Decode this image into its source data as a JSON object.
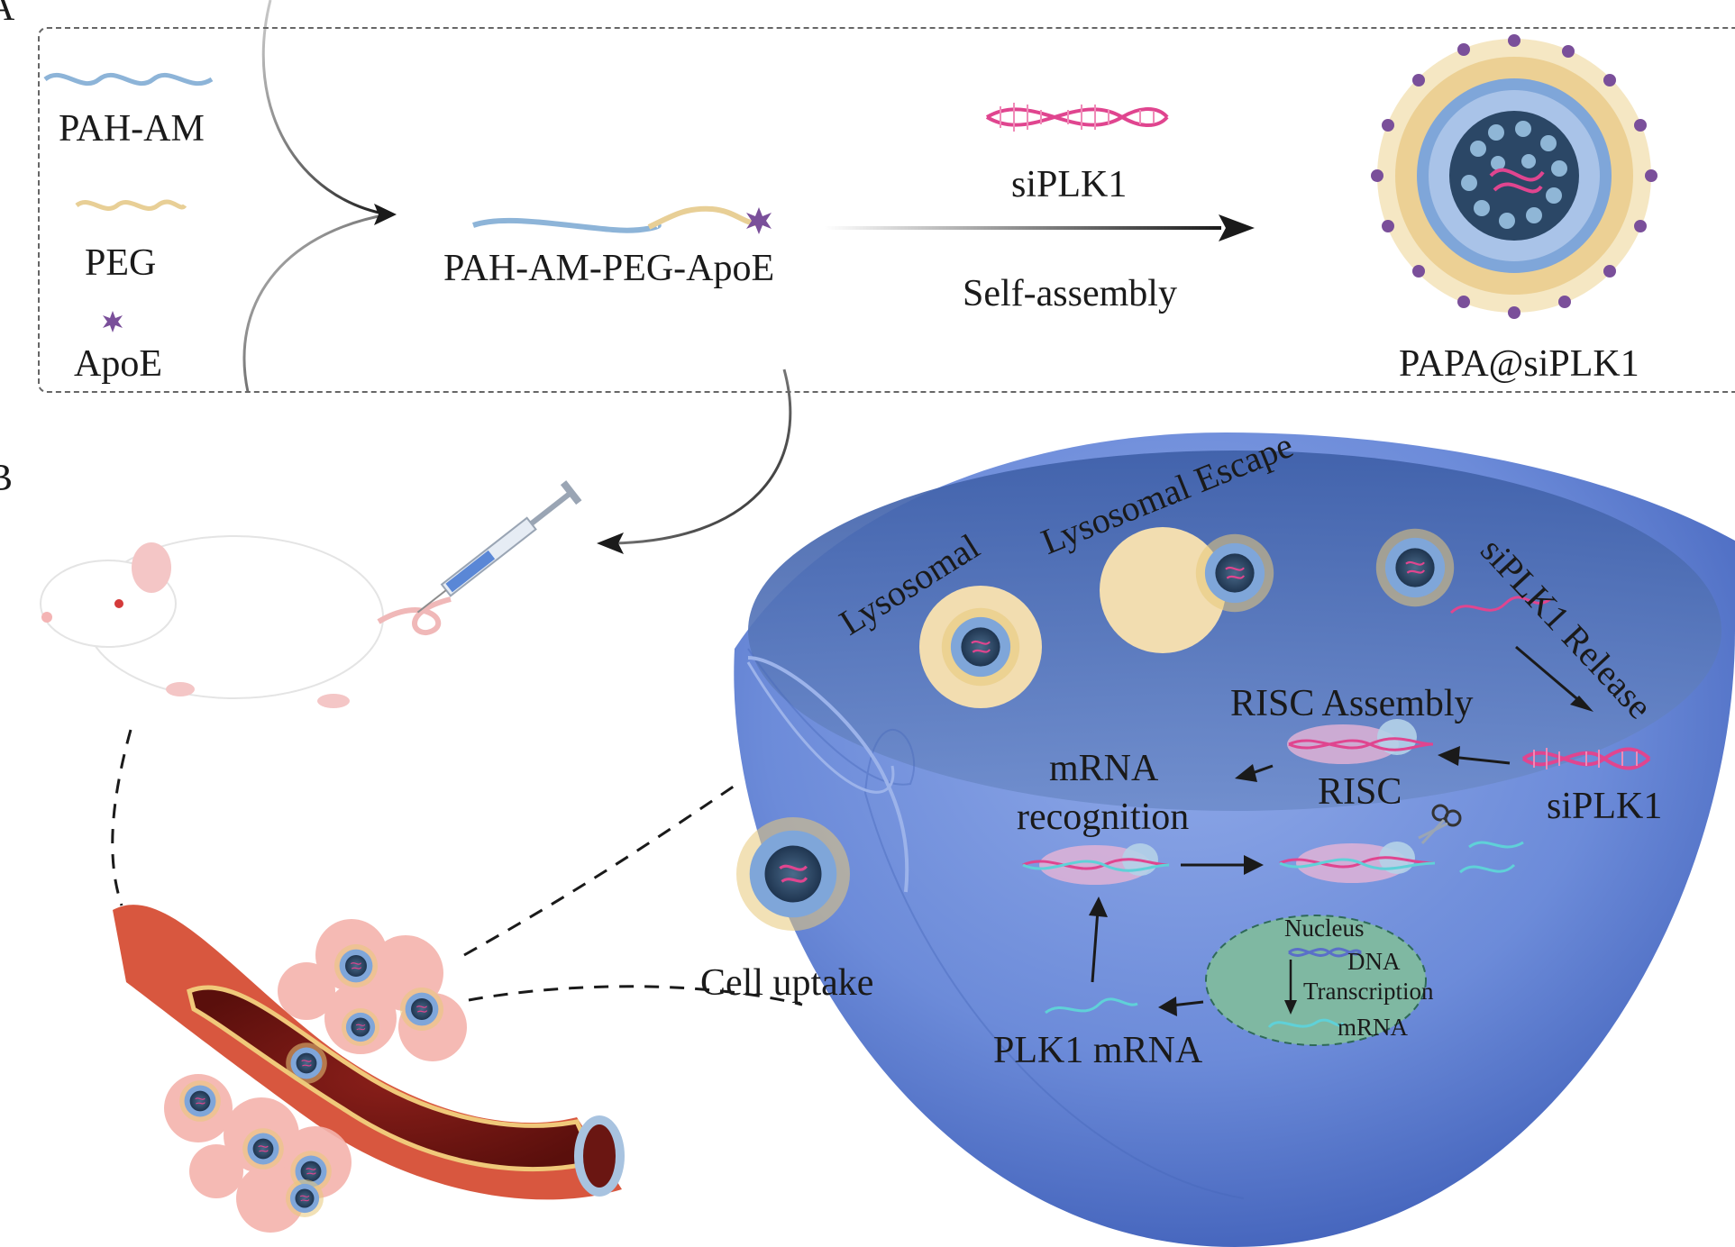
{
  "panel_a": {
    "label": "A",
    "legend": {
      "pah_am": "PAH-AM",
      "peg": "PEG",
      "apoe": "ApoE"
    },
    "conjugate": "PAH-AM-PEG-ApoE",
    "sirna": "siPLK1",
    "process": "Self-assembly",
    "nanoparticle": "PAPA@siPLK1"
  },
  "panel_b": {
    "label": "B",
    "lysosomal": "Lysosomal",
    "lysosomal_escape": "Lysosomal Escape",
    "siplk1_release": "siPLK1 Release",
    "risc_assembly": "RISC Assembly",
    "risc": "RISC",
    "siplk1": "siPLK1",
    "mrna_recognition_1": "mRNA",
    "mrna_recognition_2": "recognition",
    "nucleus": "Nucleus",
    "dna": "DNA",
    "transcription": "Transcription",
    "mrna": "mRNA",
    "plk1_mrna": "PLK1 mRNA",
    "cell_uptake": "Cell uptake"
  },
  "colors": {
    "pah_blue": "#8db4d8",
    "peg_yellow": "#e8cf96",
    "apoe_purple": "#7a4f9a",
    "sirna_pink": "#e0458f",
    "mrna_cyan": "#5fd1d8",
    "cell_blue": "#6f8fd6",
    "lysosome": "#f2ddb0",
    "nucleus_green": "#7fb8a2",
    "vessel_red": "#d8573f"
  }
}
